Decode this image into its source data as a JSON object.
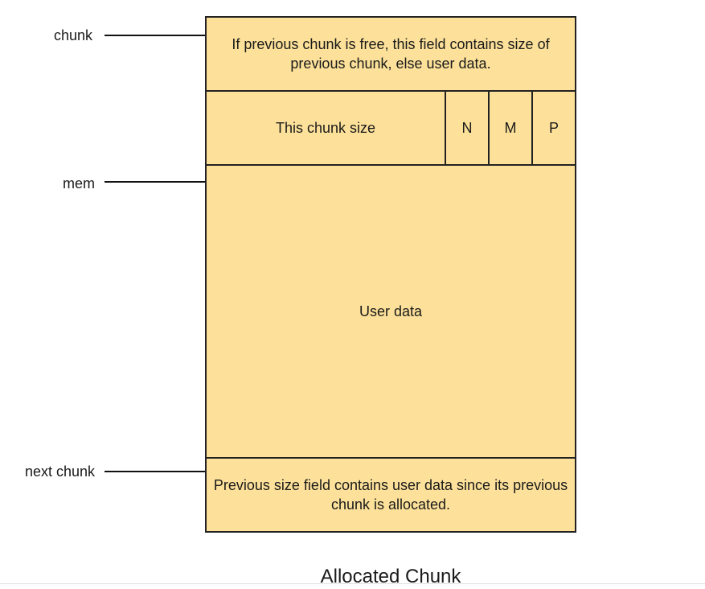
{
  "pointers": {
    "chunk": "chunk",
    "mem": "mem",
    "next_chunk": "next chunk"
  },
  "chunk": {
    "prev_size_field": "If previous chunk is free, this field contains size of previous chunk, else user data.",
    "size_field": "This chunk size",
    "flags": [
      "N",
      "M",
      "P"
    ],
    "user_data": "User data",
    "next_prev_size_field": "Previous size field contains user data since its previous chunk is allocated."
  },
  "caption": "Allocated Chunk",
  "colors": {
    "fill": "#fde19a",
    "border": "#222222",
    "text": "#1a1a1a"
  }
}
